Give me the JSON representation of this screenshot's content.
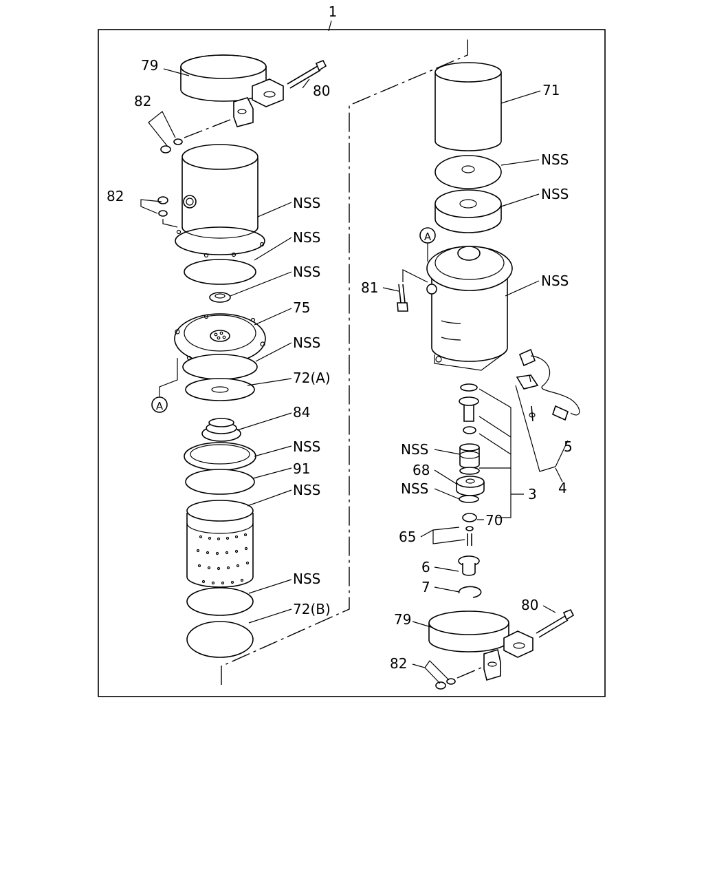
{
  "diagram": {
    "assembly_number": "1",
    "callouts": {
      "l_79": "79",
      "l_80": "80",
      "l_82a": "82",
      "l_82b": "82",
      "l_nss1": "NSS",
      "l_nss2": "NSS",
      "l_nss3": "NSS",
      "l_75": "75",
      "l_nss4": "NSS",
      "l_72a": "72(A)",
      "l_84": "84",
      "l_nss5": "NSS",
      "l_91": "91",
      "l_nss6": "NSS",
      "l_nss7": "NSS",
      "l_72b": "72(B)",
      "r_71": "71",
      "r_nss1": "NSS",
      "r_nss2": "NSS",
      "r_nss3": "NSS",
      "r_81": "81",
      "r_nss4": "NSS",
      "r_68": "68",
      "r_nss5": "NSS",
      "r_3": "3",
      "r_5": "5",
      "r_4": "4",
      "r_70": "70",
      "r_65": "65",
      "r_6": "6",
      "r_7": "7",
      "r_80": "80",
      "r_79": "79",
      "r_82": "82"
    },
    "reference_marks": {
      "left": "A",
      "right": "A"
    }
  }
}
